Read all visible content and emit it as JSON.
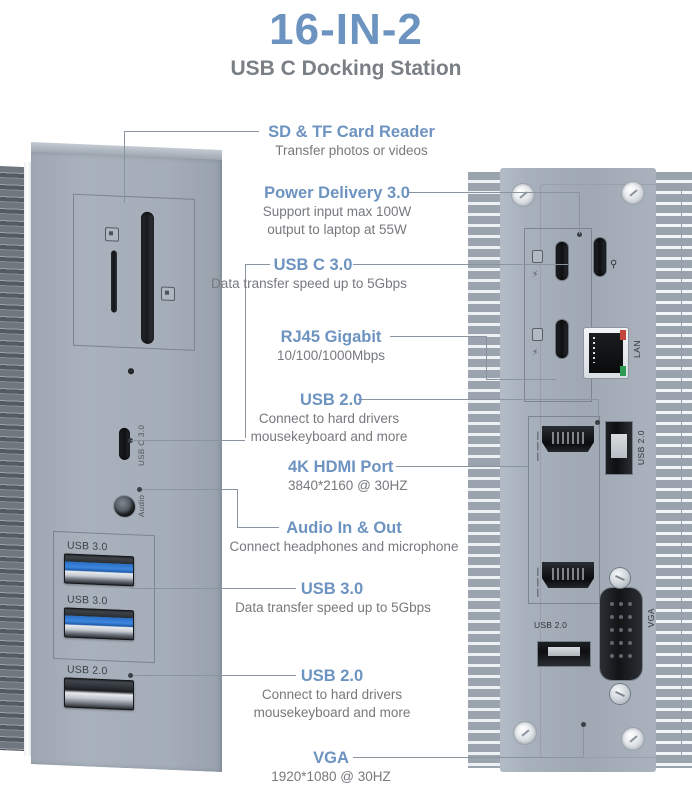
{
  "header": {
    "title": "16-IN-2",
    "subtitle": "USB C Docking Station",
    "accent_color": "#6d93c0",
    "subtitle_color": "#7a7f85"
  },
  "callouts": [
    {
      "id": "sd-tf-card-reader",
      "title": "SD & TF Card Reader",
      "subtitle": "Transfer photos or videos",
      "target": "left-device-card-slots"
    },
    {
      "id": "power-delivery",
      "title": "Power Delivery 3.0",
      "subtitle_lines": [
        "Support input max 100W",
        "output to laptop at 55W"
      ],
      "target": "right-device-pd-port"
    },
    {
      "id": "usb-c-3",
      "title": "USB C 3.0",
      "subtitle": "Data transfer speed up to 5Gbps",
      "target": "right-device-usbc-ports"
    },
    {
      "id": "rj45-gigabit",
      "title": "RJ45 Gigabit",
      "subtitle": "10/100/1000Mbps",
      "target": "right-device-lan-port"
    },
    {
      "id": "usb-2-rear",
      "title": "USB 2.0",
      "subtitle_lines": [
        "Connect to hard drivers",
        "mousekeyboard and more"
      ],
      "target": "right-device-usb2-port"
    },
    {
      "id": "hdmi-4k",
      "title": "4K HDMI Port",
      "subtitle": "3840*2160 @ 30HZ",
      "target": "right-device-hdmi-ports"
    },
    {
      "id": "audio-in-out",
      "title": "Audio In & Out",
      "subtitle": "Connect headphones and microphone",
      "target": "left-device-audio-jack"
    },
    {
      "id": "usb-3-front",
      "title": "USB 3.0",
      "subtitle": "Data transfer speed up to 5Gbps",
      "target": "left-device-usb3-ports"
    },
    {
      "id": "usb-2-front",
      "title": "USB 2.0",
      "subtitle_lines": [
        "Connect to hard drivers",
        "mousekeyboard and more"
      ],
      "target": "left-device-usb2-port"
    },
    {
      "id": "vga",
      "title": "VGA",
      "subtitle": "1920*1080 @ 30HZ",
      "target": "right-device-vga-port"
    }
  ],
  "left_device": {
    "name": "front-panel",
    "port_labels": {
      "usb_c": "USB C 3.0",
      "audio": "Audio",
      "usb3_a": "USB 3.0",
      "usb3_b": "USB 3.0",
      "usb2": "USB 2.0"
    }
  },
  "right_device": {
    "name": "rear-panel",
    "port_labels": {
      "lan": "LAN",
      "usb2_upper": "USB 2.0",
      "usb2_lower": "USB 2.0",
      "vga": "VGA"
    }
  },
  "palette": {
    "accent_blue": "#6d93c0",
    "body_gray": "#a4adb8",
    "text_gray": "#76797d",
    "leader_line": "#8a949e",
    "usb3_blue": "#2a6fc4"
  }
}
